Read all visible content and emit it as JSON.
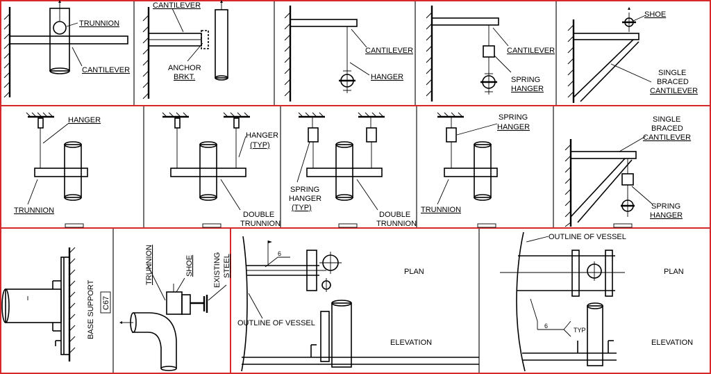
{
  "colors": {
    "frame": "#d62828",
    "ink": "#000000",
    "background": "#ffffff"
  },
  "labels": {
    "p1_trunnion": "TRUNNION",
    "p1_cantilever": "CANTILEVER",
    "p2_cantilever": "CANTILEVER",
    "p2_anchor_1": "ANCHOR",
    "p2_anchor_2": "BRKT.",
    "p3_cantilever": "CANTILEVER",
    "p3_hanger": "HANGER",
    "p4_cantilever": "CANTILEVER",
    "p4_spring_1": "SPRING",
    "p4_spring_2": "HANGER",
    "p5_shoe": "SHOE",
    "p5_single_1": "SINGLE",
    "p5_single_2": "BRACED",
    "p5_single_3": "CANTILEVER",
    "p6_hanger": "HANGER",
    "p6_trunnion": "TRUNNION",
    "p7_hanger": "HANGER",
    "p7_typ": "(TYP)",
    "p7_double_1": "DOUBLE",
    "p7_double_2": "TRUNNION",
    "p8_spring_1": "SPRING",
    "p8_spring_2": "HANGER",
    "p8_spring_3": "(TYP)",
    "p8_double_1": "DOUBLE",
    "p8_double_2": "TRUNNION",
    "p9_spring_1": "SPRING",
    "p9_spring_2": "HANGER",
    "p9_trunnion": "TRUNNION",
    "p10_single_1": "SINGLE",
    "p10_single_2": "BRACED",
    "p10_single_3": "CANTILEVER",
    "p10_spring_1": "SPRING",
    "p10_spring_2": "HANGER",
    "p11_base": "BASE SUPPORT",
    "p11_code": "C67",
    "p12_trunnion": "TRUNNION",
    "p12_shoe": "SHOE",
    "p12_existing_1": "EXISTING",
    "p12_existing_2": "STEEL",
    "p13_weld": "6",
    "p13_plan": "PLAN",
    "p13_vessel": "OUTLINE OF VESSEL",
    "p13_elevation": "ELEVATION",
    "p14_vessel": "OUTLINE OF VESSEL",
    "p14_plan": "PLAN",
    "p14_weld": "6",
    "p14_typ": "TYP",
    "p14_elevation": "ELEVATION"
  }
}
